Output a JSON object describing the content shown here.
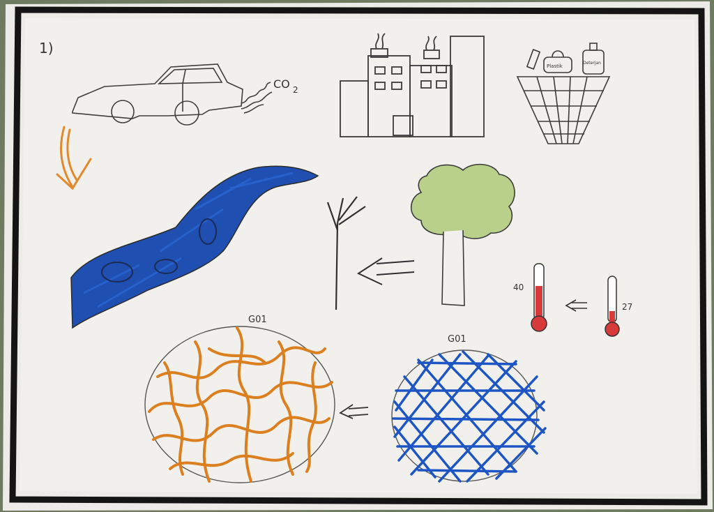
{
  "labels": {
    "page_number": "1)",
    "co2": "CO",
    "co2_sub": "2",
    "thermo_hot": "40",
    "thermo_cool": "27",
    "circle_left": "G01",
    "circle_right": "G01",
    "jar_label_1": "Plastik",
    "jar_label_2": "Deterjan"
  },
  "colors": {
    "paper": "#f1f0ec",
    "frame": "#1a1a1a",
    "pencil": "#3b3b3b",
    "river_blue": "#1f4fb0",
    "arrow_orange": "#e08a2c",
    "tree_green": "#b9d08a",
    "thermo_red": "#d83a3a",
    "net_blue": "#1d55c4",
    "net_orange": "#db7f1f"
  }
}
